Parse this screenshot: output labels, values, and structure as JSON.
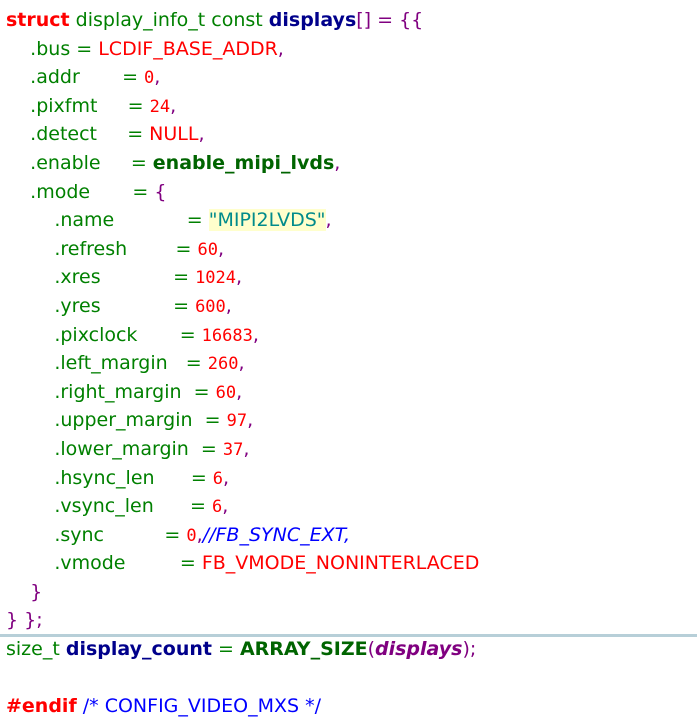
{
  "document": {
    "type": "source-code-snippet",
    "language": "c",
    "background_color": "#ffffff",
    "bottom_border_color": "#b7cfd8",
    "highlight_background": "#ffffcc",
    "highlight_text_color": "#008b8b"
  },
  "palette": {
    "keyword": "#ff0000",
    "type": "#008000",
    "variable": "#00008b",
    "punctuation": "#800080",
    "field": "#008000",
    "operator": "#008000",
    "macro": "#ff0000",
    "number": "#ff0000",
    "function": "#006400",
    "string": "#008b8b",
    "comment": "#0000ff"
  },
  "code": {
    "line1": {
      "kw": "struct",
      "type": " display_info_t const ",
      "name": "displays",
      "punct": "[] = {{"
    },
    "line2": {
      "indent": "    ",
      "field": ".bus = ",
      "macro": "LCDIF_BASE_ADDR",
      "comma": ","
    },
    "line3": {
      "indent": "    ",
      "field": ".addr",
      "pad": "       ",
      "op": "= ",
      "value": "0",
      "comma": ","
    },
    "line4": {
      "indent": "    ",
      "field": ".pixfmt",
      "pad": "     ",
      "op": "= ",
      "value": "24",
      "comma": ","
    },
    "line5": {
      "indent": "    ",
      "field": ".detect",
      "pad": "     ",
      "op": "= ",
      "macro": "NULL",
      "comma": ","
    },
    "line6": {
      "indent": "    ",
      "field": ".enable",
      "pad": "     ",
      "op": "= ",
      "func": "enable_mipi_lvds",
      "comma": ","
    },
    "line7": {
      "indent": "    ",
      "field": ".mode",
      "pad": "       ",
      "op": "= ",
      "punct": "{"
    },
    "line8": {
      "indent": "        ",
      "field": ".name",
      "pad": "            ",
      "op": "= ",
      "string": "\"MIPI2LVDS\"",
      "comma": ","
    },
    "line9": {
      "indent": "        ",
      "field": ".refresh",
      "pad": "        ",
      "op": "= ",
      "value": "60",
      "comma": ","
    },
    "line10": {
      "indent": "        ",
      "field": ".xres",
      "pad": "            ",
      "op": "= ",
      "value": "1024",
      "comma": ","
    },
    "line11": {
      "indent": "        ",
      "field": ".yres",
      "pad": "            ",
      "op": "= ",
      "value": "600",
      "comma": ","
    },
    "line12": {
      "indent": "        ",
      "field": ".pixclock",
      "pad": "       ",
      "op": "= ",
      "value": "16683",
      "comma": ","
    },
    "line13": {
      "indent": "        ",
      "field": ".left_margin",
      "pad": "   ",
      "op": "= ",
      "value": "260",
      "comma": ","
    },
    "line14": {
      "indent": "        ",
      "field": ".right_margin",
      "pad": "  ",
      "op": "= ",
      "value": "60",
      "comma": ","
    },
    "line15": {
      "indent": "        ",
      "field": ".upper_margin",
      "pad": "  ",
      "op": "= ",
      "value": "97",
      "comma": ","
    },
    "line16": {
      "indent": "        ",
      "field": ".lower_margin",
      "pad": "  ",
      "op": "= ",
      "value": "37",
      "comma": ","
    },
    "line17": {
      "indent": "        ",
      "field": ".hsync_len",
      "pad": "      ",
      "op": "= ",
      "value": "6",
      "comma": ","
    },
    "line18": {
      "indent": "        ",
      "field": ".vsync_len",
      "pad": "      ",
      "op": "= ",
      "value": "6",
      "comma": ","
    },
    "line19": {
      "indent": "        ",
      "field": ".sync",
      "pad": "          ",
      "op": "= ",
      "value": "0",
      "comma": ",",
      "comment": "//FB_SYNC_EXT,"
    },
    "line20": {
      "indent": "        ",
      "field": ".vmode",
      "pad": "         ",
      "op": "= ",
      "macro": "FB_VMODE_NONINTERLACED"
    },
    "line21": {
      "indent": "    ",
      "punct": "}"
    },
    "line22": {
      "punct": "} };"
    },
    "line23": {
      "type": "size_t ",
      "name": "display_count",
      "op": " = ",
      "func": "ARRAY_SIZE",
      "paren_open": "(",
      "arg": "displays",
      "paren_close": ")",
      "semi": ";"
    },
    "line24": {
      "blank": " "
    },
    "line25": {
      "kw": "#endif",
      "space": " ",
      "comment": "/* CONFIG_VIDEO_MXS */"
    }
  }
}
